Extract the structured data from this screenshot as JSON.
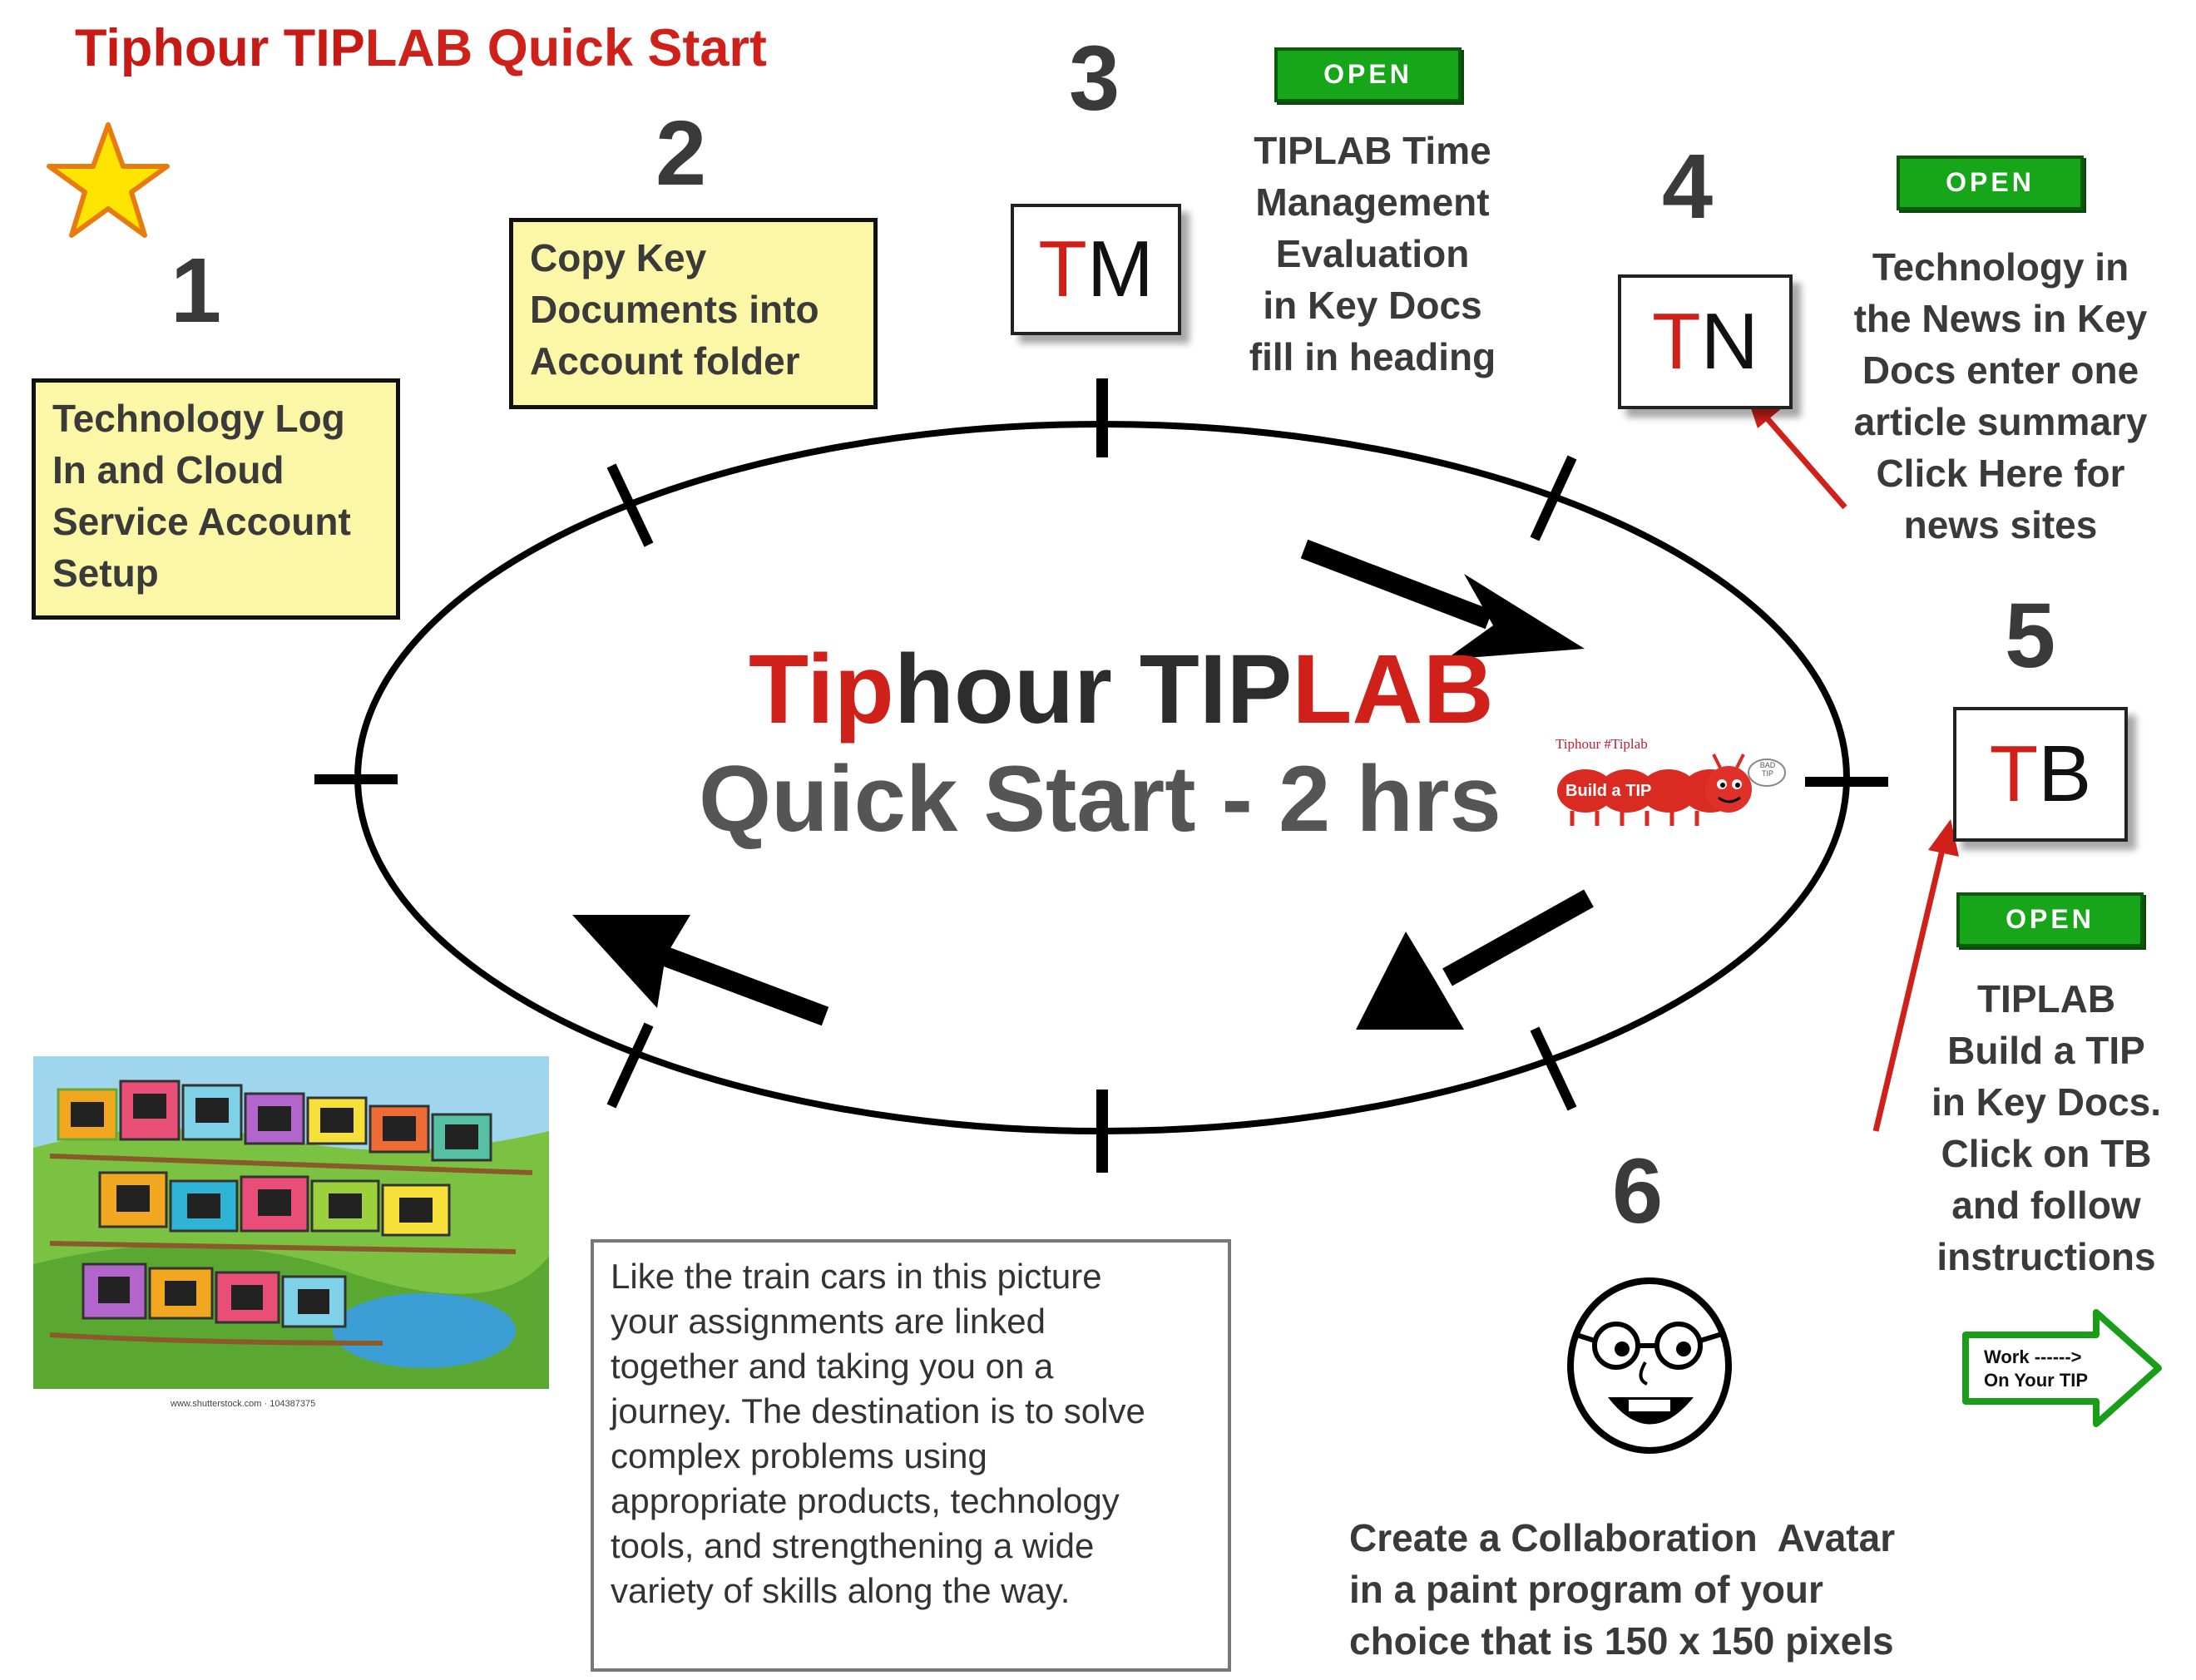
{
  "page_title": {
    "part1": "Tiphour TIP",
    "part2": "LAB Quick Start"
  },
  "steps": {
    "s1": {
      "number": "1",
      "box_lines": [
        "Technology Log",
        "In and Cloud",
        "Service Account",
        "Setup"
      ]
    },
    "s2": {
      "number": "2",
      "box_lines": [
        "Copy Key",
        "Documents into",
        "Account folder"
      ]
    },
    "s3": {
      "number": "3",
      "open_label": "OPEN",
      "tile_first": "T",
      "tile_second": "M",
      "desc_lines": [
        "TIPLAB Time",
        "Management",
        "Evaluation",
        "in Key Docs",
        "fill in heading"
      ]
    },
    "s4": {
      "number": "4",
      "open_label": "OPEN",
      "tile_first": "T",
      "tile_second": "N",
      "desc_lines": [
        "Technology in",
        "the News in Key",
        "Docs enter one",
        "article summary",
        "Click Here for",
        "news sites"
      ]
    },
    "s5": {
      "number": "5",
      "open_label": "OPEN",
      "tile_first": "T",
      "tile_second": "B",
      "desc_lines": [
        "TIPLAB",
        "Build a TIP",
        "in Key Docs.",
        "Click on TB",
        "and follow",
        "instructions"
      ]
    },
    "s6": {
      "number": "6",
      "caption_lines": [
        "Create a Collaboration  Avatar",
        "in a paint program of your",
        "choice that is 150 x 150 pixels"
      ]
    }
  },
  "center": {
    "title_tip": "Tip",
    "title_hour": "hour TIP",
    "title_lab": "LAB",
    "subtitle": "Quick Start - 2 hrs"
  },
  "caterpillar_logo": {
    "top": "Tiphour #Tiplab",
    "body": "Build a TIP",
    "bubble": "BAD TIP"
  },
  "train_credit": "www.shutterstock.com · 104387375",
  "story_text": [
    "Like the train cars in this picture",
    "your assignments are linked",
    "together and taking you on a",
    "journey. The destination is to solve",
    "complex problems using",
    "appropriate products, technology",
    "tools, and strengthening a wide",
    "variety of skills along the way."
  ],
  "work_arrow": {
    "line1": "Work ------>",
    "line2": "On Your TIP"
  },
  "colors": {
    "accent_red": "#d0201a",
    "open_green": "#17a51a",
    "note_yellow": "#fbf7a6"
  }
}
